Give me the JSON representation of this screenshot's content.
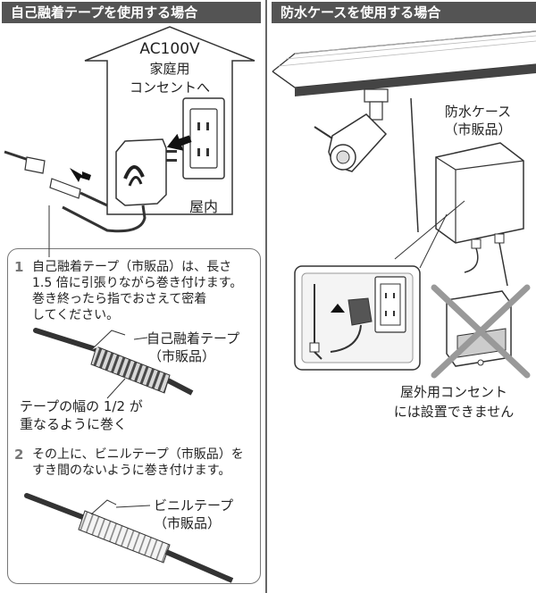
{
  "left_header": "自己融着テープを使用する場合",
  "right_header": "防水ケースを使用する場合",
  "outlet_label": [
    "AC100V",
    "家庭用",
    "コンセントへ"
  ],
  "indoor_label": "屋内",
  "step1": {
    "number": "1",
    "lines": [
      "自己融着テープ（市販品）は、長さ",
      "1.5 倍に引張りながら巻き付けます。",
      "巻き終ったら指でおさえて密着",
      "してください。"
    ]
  },
  "tape_label": [
    "自己融着テープ",
    "（市販品）"
  ],
  "overlap_note": [
    "テープの幅の 1/2 が",
    "重なるように巻く"
  ],
  "step2": {
    "number": "2",
    "lines": [
      "その上に、ビニルテープ（市販品）を",
      "すき間のないように巻き付けます。"
    ]
  },
  "vinyl_label": [
    "ビニルテープ",
    "（市販品）"
  ],
  "case_label": [
    "防水ケース",
    "（市販品）"
  ],
  "outdoor_note": [
    "屋外用コンセント",
    "には設置できません"
  ]
}
